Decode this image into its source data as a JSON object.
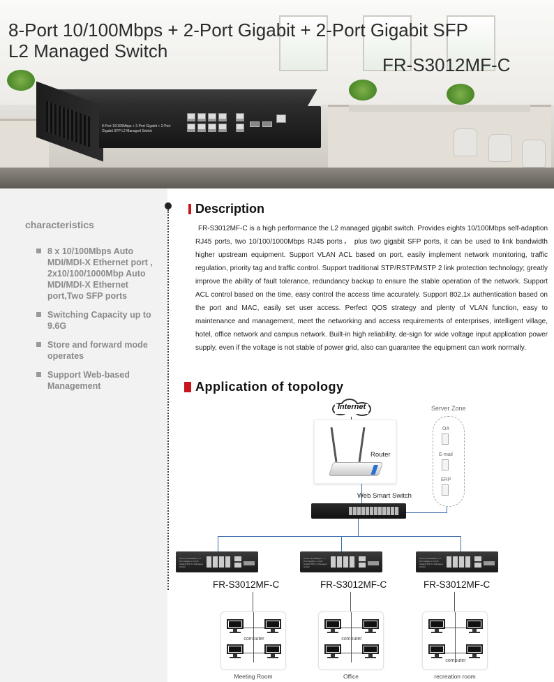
{
  "hero": {
    "title_line1": "8-Port 10/100Mbps + 2-Port Gigabit + 2-Port Gigabit SFP",
    "title_line2": "L2 Managed Switch",
    "model": "FR-S3012MF-C",
    "device_label": "8-Port 10/100Mbps + 2-Port Gigabit + 2-Port Gigabit SFP L2 Managed Switch"
  },
  "characteristics": {
    "heading": "characteristics",
    "items": [
      "8 x 10/100Mbps Auto MDI/MDI-X Ethernet port , 2x10/100/1000Mbp Auto MDI/MDI-X Ethernet port,Two SFP ports",
      "Switching Capacity up to 9.6G",
      "Store and forward mode operates",
      "Support Web-based Management"
    ]
  },
  "description": {
    "heading": "Description",
    "text": "FR-S3012MF-C is a high performance the L2 managed gigabit switch. Provides eights 10/100Mbps self-adaption RJ45 ports, two 10/100/1000Mbps RJ45 ports， plus two gigabit SFP ports, it can be used to link bandwidth higher upstream equipment. Support VLAN ACL based on port, easily implement network monitoring, traffic regulation, priority tag and traffic control. Support traditional STP/RSTP/MSTP 2 link protection technology; greatly improve the ability of fault tolerance, redundancy backup to ensure the stable operation of the network. Support ACL control based on the time, easy control the access time accurately. Support 802.1x authentication based on the port and MAC, easily set user access. Perfect QOS strategy and plenty of VLAN function, easy to maintenance and management, meet the networking and access requirements of enterprises, intelligent village, hotel, office network and campus network. Built-in high reliability, de-sign for wide voltage input application power supply, even if the voltage is not stable of power grid, also can guarantee the equipment can work normally."
  },
  "topology": {
    "heading": "Application  of  topology",
    "internet": "Internet",
    "router": "Router",
    "server_zone": "Server Zone",
    "servers": [
      "OA",
      "E-mail",
      "ERP"
    ],
    "web_switch": "Web Smart Switch",
    "switches": [
      "FR-S3012MF-C",
      "FR-S3012MF-C",
      "FR-S3012MF-C"
    ],
    "computer_label": "computer",
    "rooms": [
      "Meeting Room",
      "Office",
      "recreation room"
    ]
  },
  "colors": {
    "accent_red": "#c8161d",
    "link_blue": "#3a6ea8",
    "panel_gray": "#f2f2f2",
    "muted_text": "#8a8a8a"
  }
}
